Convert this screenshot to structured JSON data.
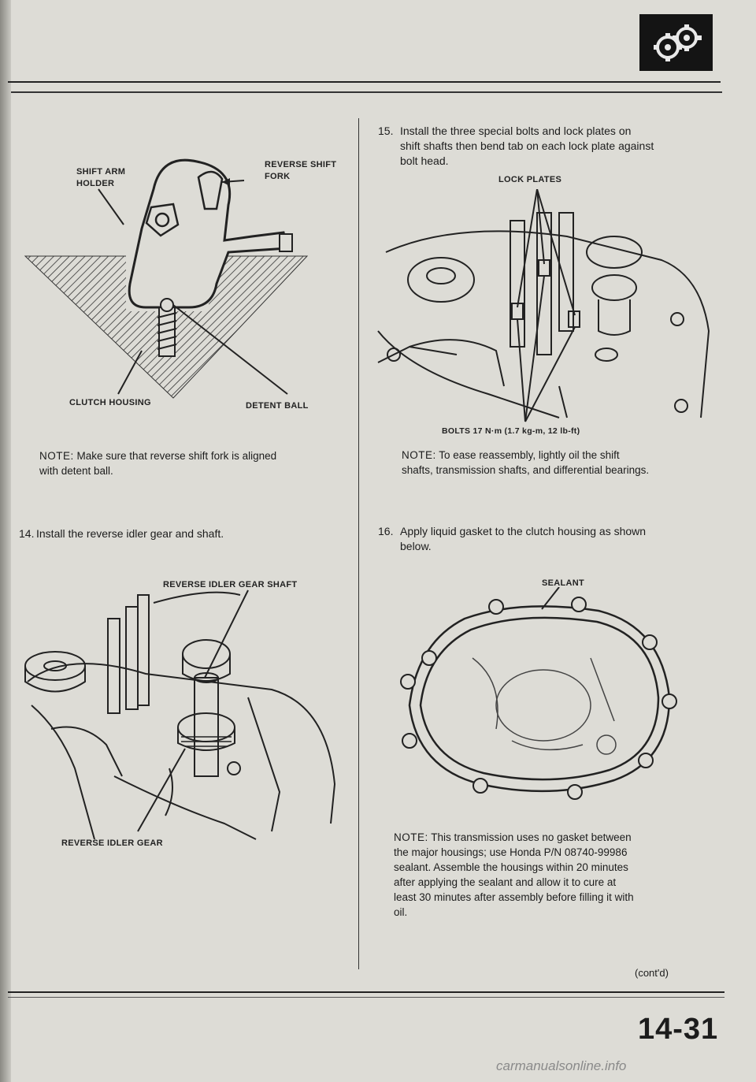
{
  "page": {
    "number": "14-31",
    "contd": "(cont'd)",
    "watermark": "carmanualsonline.info"
  },
  "figure1": {
    "labels": {
      "shift_arm_holder_1": "SHIFT ARM",
      "shift_arm_holder_2": "HOLDER",
      "reverse_shift_fork_1": "REVERSE SHIFT",
      "reverse_shift_fork_2": "FORK",
      "clutch_housing": "CLUTCH HOUSING",
      "detent_ball": "DETENT BALL"
    },
    "note_head": "NOTE:",
    "note_line1": "Make sure that reverse shift fork is aligned",
    "note_line2": "with detent ball."
  },
  "step14": {
    "number": "14.",
    "text": "Install the reverse idler gear and shaft."
  },
  "figure2": {
    "labels": {
      "shaft": "REVERSE IDLER GEAR SHAFT",
      "gear": "REVERSE IDLER GEAR"
    }
  },
  "step15": {
    "number": "15.",
    "line1": "Install the three special bolts and lock plates on",
    "line2": "shift shafts then bend tab on each lock plate against",
    "line3": "bolt head."
  },
  "figure3": {
    "labels": {
      "lock_plates": "LOCK PLATES",
      "bolts": "BOLTS 17 N·m (1.7 kg-m, 12 lb-ft)"
    },
    "note_head": "NOTE:",
    "note_line1": "To ease reassembly, lightly oil the shift",
    "note_line2": "shafts, transmission shafts, and differential bearings."
  },
  "step16": {
    "number": "16.",
    "line1": "Apply liquid gasket to the clutch housing as shown",
    "line2": "below."
  },
  "figure4": {
    "labels": {
      "sealant": "SEALANT"
    },
    "note_head": "NOTE:",
    "note_line1": "This transmission uses no gasket between",
    "note_line2": "the major housings; use Honda P/N 08740-99986",
    "note_line3": "sealant. Assemble the housings within 20 minutes",
    "note_line4": "after applying the sealant and allow it to cure at",
    "note_line5": "least 30 minutes after assembly before filling it with",
    "note_line6": "oil."
  }
}
